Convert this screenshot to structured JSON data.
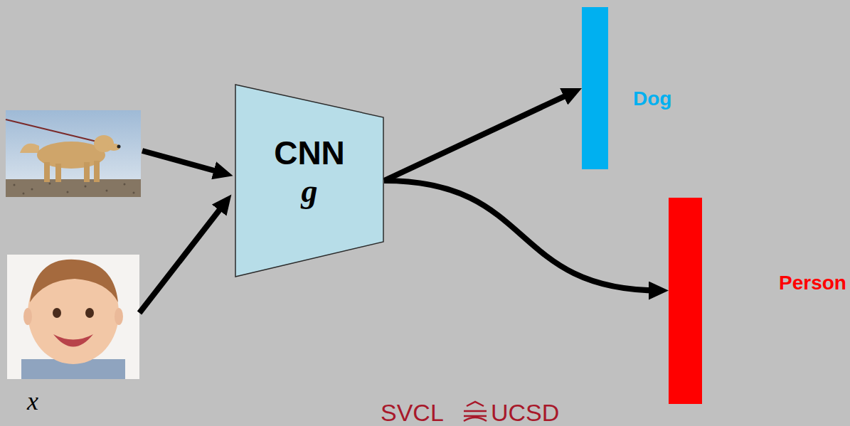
{
  "diagram": {
    "nodes": [
      {
        "text": [
          "CNN",
          "g"
        ]
      },
      {
        "text": [
          "Dog"
        ]
      },
      {
        "text": [
          "Person"
        ]
      }
    ],
    "edges": [
      {
        "from": 0,
        "to": 1,
        "arrow": "to"
      },
      {
        "from": 0,
        "to": 2,
        "arrow": "to"
      }
    ],
    "labels": [
      "x",
      "SVCL",
      "UCSD"
    ]
  }
}
